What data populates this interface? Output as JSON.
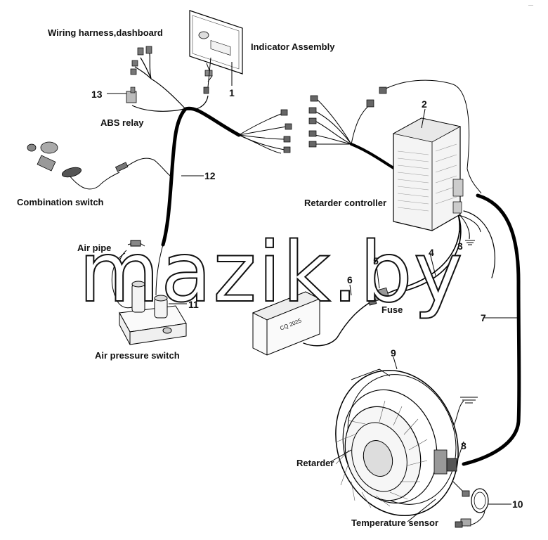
{
  "corner_mark": "—",
  "watermark": "mazik.by",
  "labels": {
    "wiring_harness": "Wiring harness,dashboard",
    "indicator_assembly": "Indicator Assembly",
    "abs_relay": "ABS relay",
    "combination_switch": "Combination switch",
    "retarder_controller": "Retarder controller",
    "air_pipe": "Air pipe",
    "air_pressure_switch": "Air pressure switch",
    "fuse": "Fuse",
    "retarder": "Retarder",
    "temperature_sensor": "Temperature sensor",
    "box_text": "CQ 2025"
  },
  "callouts": {
    "n1": "1",
    "n2": "2",
    "n3": "3",
    "n4": "4",
    "n5": "5",
    "n6": "6",
    "n7": "7",
    "n8": "8",
    "n9": "9",
    "n10": "10",
    "n11": "11",
    "n12": "12",
    "n13": "13"
  }
}
